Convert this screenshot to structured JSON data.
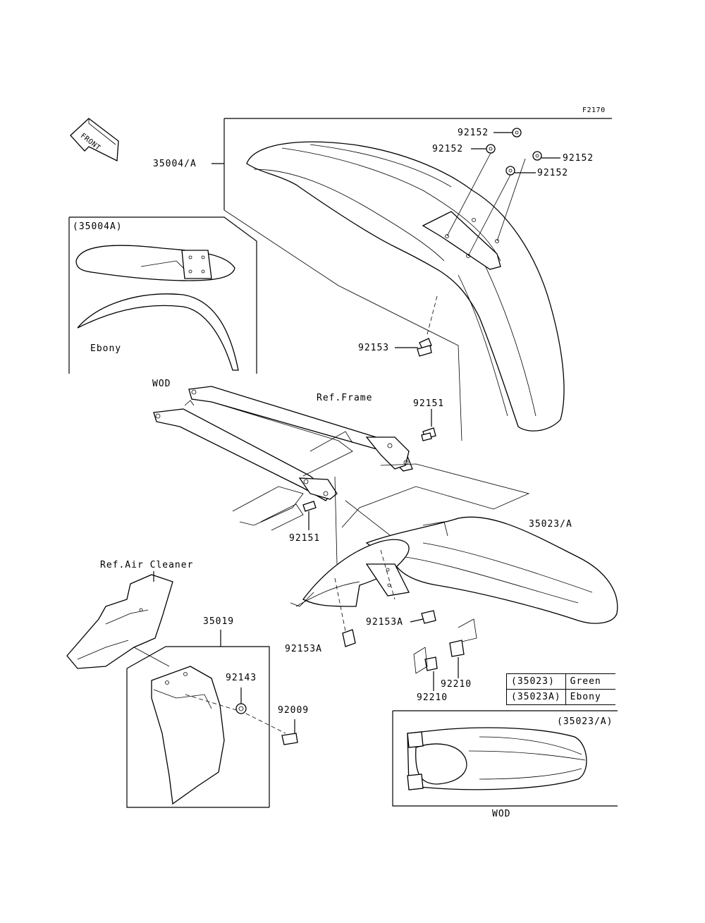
{
  "figure_code": "F2170",
  "front_arrow_label": "FRONT",
  "labels": {
    "front_fender_assy": "35004/A",
    "variant_box_title": "(35004A)",
    "variant_color": "Ebony",
    "wod_top": "WOD",
    "ref_frame": "Ref.Frame",
    "rear_fender_assy": "35023/A",
    "ref_air_cleaner": "Ref.Air Cleaner",
    "mud_flap": "35019",
    "washer_a": "92152",
    "washer_b": "92152",
    "washer_c": "92152",
    "washer_d": "92152",
    "bolt_front": "92153",
    "bolt_frame_top": "92151",
    "bolt_frame_mid": "92151",
    "bolt_rear_a_right": "92153A",
    "bolt_rear_a_left": "92153A",
    "clip_right": "92210",
    "clip_left": "92210",
    "collar": "92143",
    "screw": "92009",
    "rear_variant_title": "(35023/A)",
    "wod_bottom": "WOD"
  },
  "color_table": [
    {
      "part": "(35023)",
      "color": "Green"
    },
    {
      "part": "(35023A)",
      "color": "Ebony"
    }
  ]
}
